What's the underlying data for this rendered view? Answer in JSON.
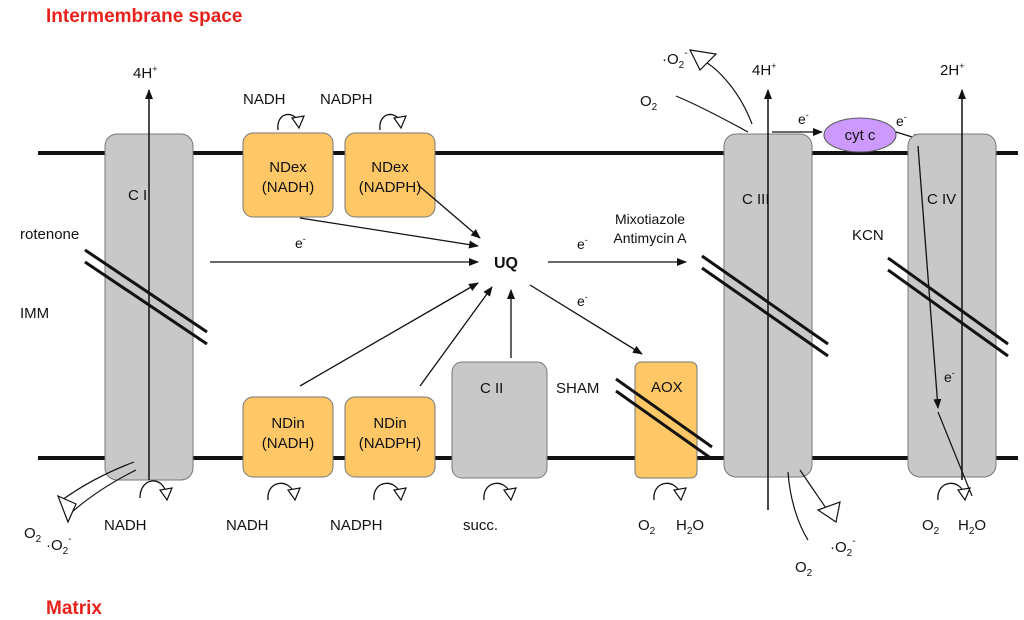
{
  "regions": {
    "top": "Intermembrane space",
    "bottom": "Matrix"
  },
  "labels": {
    "imm": "IMM",
    "rotenone": "rotenone",
    "mixotiazole": "Mixotiazole",
    "antimycin": "Antimycin A",
    "kcn": "KCN",
    "sham": "SHAM",
    "uq": "UQ",
    "cytc": "cyt c",
    "protons_4h": "4H",
    "protons_2h": "2H",
    "electron": "e",
    "plus": "+",
    "minus": "-",
    "superoxide_o": "·O",
    "o2": "O",
    "sub2": "2",
    "water_h": "H",
    "water_o": "O"
  },
  "complexes": {
    "c1": "C I",
    "c2": "C II",
    "c3": "C III",
    "c4": "C IV",
    "aox": "AOX",
    "ndex_nadh": [
      "NDex",
      "(NADH)"
    ],
    "ndex_nadph": [
      "NDex",
      "(NADPH)"
    ],
    "ndin_nadh": [
      "NDin",
      "(NADH)"
    ],
    "ndin_nadph": [
      "NDin",
      "(NADPH)"
    ]
  },
  "substrates": {
    "nadh": "NADH",
    "nadph": "NADPH",
    "succ": "succ."
  },
  "colors": {
    "complex_gray": "#c8c8c8",
    "dehydrogenase_orange": "#ffc766",
    "cytc_purple": "#cc99ff",
    "region_red": "#e8221b"
  }
}
